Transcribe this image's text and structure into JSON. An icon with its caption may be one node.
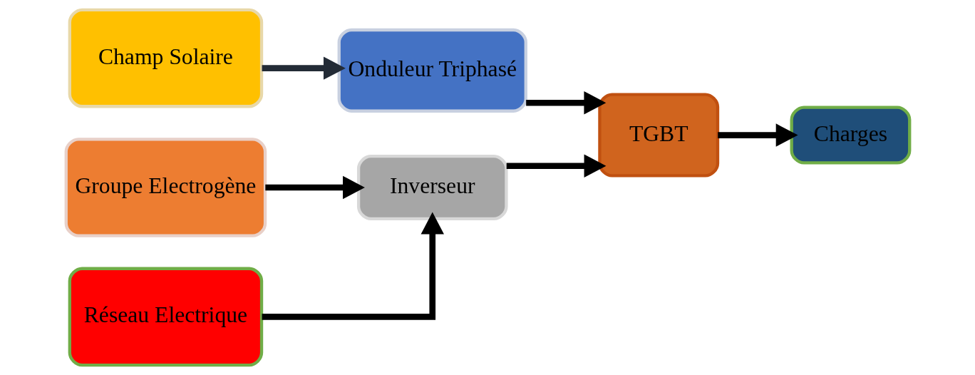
{
  "diagram": {
    "nodes": [
      {
        "text": [
          "Champ Solaire"
        ]
      },
      {
        "text": [
          "Onduleur Triphasé"
        ]
      },
      {
        "text": [
          "Groupe Electrogène"
        ]
      },
      {
        "text": [
          "Inverseur"
        ]
      },
      {
        "text": [
          "Réseau Electrique"
        ]
      },
      {
        "text": [
          "TGBT"
        ]
      },
      {
        "text": [
          "Charges"
        ]
      }
    ],
    "edges": [
      {
        "from": 0,
        "to": 1,
        "arrow": "to",
        "color": "#232b36"
      },
      {
        "from": 1,
        "to": 5,
        "arrow": "to"
      },
      {
        "from": 2,
        "to": 3,
        "arrow": "to"
      },
      {
        "from": 4,
        "to": 3,
        "arrow": "to"
      },
      {
        "from": 3,
        "to": 5,
        "arrow": "to"
      },
      {
        "from": 5,
        "to": 6,
        "arrow": "to"
      }
    ]
  }
}
